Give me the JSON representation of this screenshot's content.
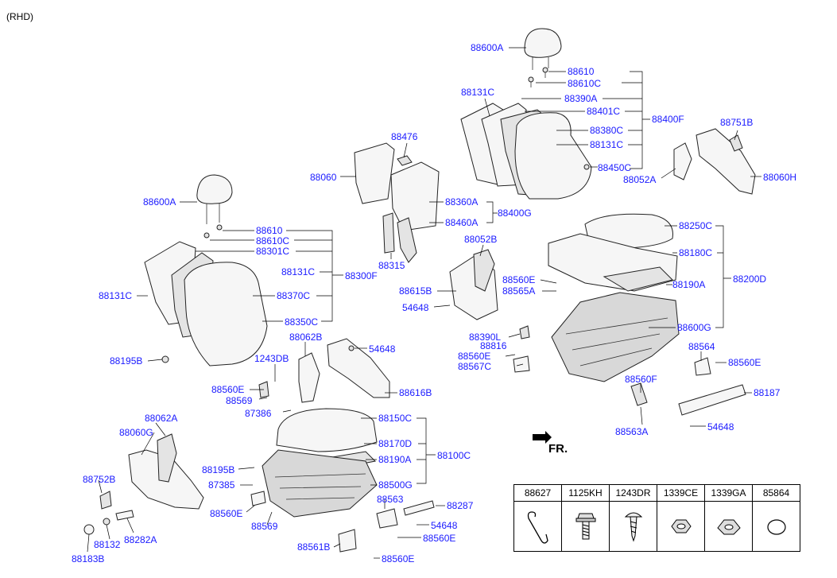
{
  "corner_note": "(RHD)",
  "fr_label": "FR.",
  "part_labels": [
    {
      "id": "p1",
      "text": "88600A"
    },
    {
      "id": "p2",
      "text": "88610"
    },
    {
      "id": "p3",
      "text": "88610C"
    },
    {
      "id": "p4",
      "text": "88131C"
    },
    {
      "id": "p5",
      "text": "88390A"
    },
    {
      "id": "p6",
      "text": "88401C"
    },
    {
      "id": "p7",
      "text": "88400F"
    },
    {
      "id": "p8",
      "text": "88380C"
    },
    {
      "id": "p9",
      "text": "88131C"
    },
    {
      "id": "p10",
      "text": "88450C"
    },
    {
      "id": "p11",
      "text": "88751B"
    },
    {
      "id": "p12",
      "text": "88052A"
    },
    {
      "id": "p13",
      "text": "88060H"
    },
    {
      "id": "p14",
      "text": "88476"
    },
    {
      "id": "p15",
      "text": "88060"
    },
    {
      "id": "p16",
      "text": "88360A"
    },
    {
      "id": "p17",
      "text": "88400G"
    },
    {
      "id": "p18",
      "text": "88460A"
    },
    {
      "id": "p19",
      "text": "88315"
    },
    {
      "id": "p20",
      "text": "88600A"
    },
    {
      "id": "p21",
      "text": "88610"
    },
    {
      "id": "p22",
      "text": "88610C"
    },
    {
      "id": "p23",
      "text": "88301C"
    },
    {
      "id": "p24",
      "text": "88131C"
    },
    {
      "id": "p25",
      "text": "88300F"
    },
    {
      "id": "p26",
      "text": "88131C"
    },
    {
      "id": "p27",
      "text": "88370C"
    },
    {
      "id": "p28",
      "text": "88350C"
    },
    {
      "id": "p29",
      "text": "88195B"
    },
    {
      "id": "p30",
      "text": "88052B"
    },
    {
      "id": "p31",
      "text": "88615B"
    },
    {
      "id": "p32",
      "text": "54648"
    },
    {
      "id": "p33",
      "text": "88250C"
    },
    {
      "id": "p34",
      "text": "88180C"
    },
    {
      "id": "p35",
      "text": "88560E"
    },
    {
      "id": "p36",
      "text": "88565A"
    },
    {
      "id": "p37",
      "text": "88190A"
    },
    {
      "id": "p38",
      "text": "88200D"
    },
    {
      "id": "p39",
      "text": "88600G"
    },
    {
      "id": "p40",
      "text": "88390L"
    },
    {
      "id": "p41",
      "text": "88816"
    },
    {
      "id": "p42",
      "text": "88560E"
    },
    {
      "id": "p43",
      "text": "88567C"
    },
    {
      "id": "p44",
      "text": "88564"
    },
    {
      "id": "p45",
      "text": "88560E"
    },
    {
      "id": "p46",
      "text": "88560F"
    },
    {
      "id": "p47",
      "text": "88187"
    },
    {
      "id": "p48",
      "text": "88563A"
    },
    {
      "id": "p49",
      "text": "54648"
    },
    {
      "id": "p50",
      "text": "88062B"
    },
    {
      "id": "p51",
      "text": "54648"
    },
    {
      "id": "p52",
      "text": "1243DB"
    },
    {
      "id": "p53",
      "text": "88560E"
    },
    {
      "id": "p54",
      "text": "88569"
    },
    {
      "id": "p55",
      "text": "88616B"
    },
    {
      "id": "p56",
      "text": "87386"
    },
    {
      "id": "p57",
      "text": "88150C"
    },
    {
      "id": "p58",
      "text": "88062A"
    },
    {
      "id": "p59",
      "text": "88060G"
    },
    {
      "id": "p60",
      "text": "88170D"
    },
    {
      "id": "p61",
      "text": "88100C"
    },
    {
      "id": "p62",
      "text": "88190A"
    },
    {
      "id": "p63",
      "text": "88195B"
    },
    {
      "id": "p64",
      "text": "88500G"
    },
    {
      "id": "p65",
      "text": "88752B"
    },
    {
      "id": "p66",
      "text": "87385"
    },
    {
      "id": "p67",
      "text": "88563"
    },
    {
      "id": "p68",
      "text": "88287"
    },
    {
      "id": "p69",
      "text": "88560E"
    },
    {
      "id": "p70",
      "text": "88569"
    },
    {
      "id": "p71",
      "text": "54648"
    },
    {
      "id": "p72",
      "text": "88560E"
    },
    {
      "id": "p73",
      "text": "88132"
    },
    {
      "id": "p74",
      "text": "88282A"
    },
    {
      "id": "p75",
      "text": "88561B"
    },
    {
      "id": "p76",
      "text": "88183B"
    },
    {
      "id": "p77",
      "text": "88560E"
    }
  ],
  "legend": {
    "headers": [
      "88627",
      "1125KH",
      "1243DR",
      "1339CE",
      "1339GA",
      "85864"
    ],
    "icons": [
      "wire-clip-icon",
      "flange-bolt-icon",
      "tapping-screw-icon",
      "hex-nut-icon",
      "clip-nut-icon",
      "grommet-icon"
    ]
  }
}
